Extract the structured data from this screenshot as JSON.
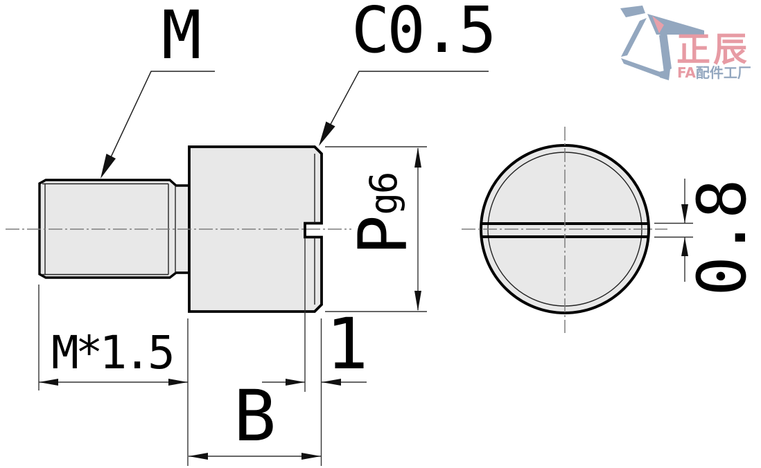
{
  "drawing": {
    "labels": {
      "thread_callout": "M",
      "chamfer_callout": "C0.5"
    },
    "dimensions": {
      "thread_length": "M*1.5",
      "body_length": "B",
      "slot_depth": "1",
      "diameter_symbol": "P",
      "diameter_tolerance": "g6",
      "slot_width": "0.8"
    },
    "logo": {
      "brand_cn": "正辰",
      "sub_prefix": "FA",
      "sub_suffix": "配件工厂"
    },
    "colors": {
      "part_fill": "#e8e8e8",
      "outline": "#000000",
      "thin_line": "#222222",
      "centerline": "#7d7d7d",
      "dimension_line": "#333333",
      "logo_blue": "#93a7bf",
      "logo_pink": "#e79ba4"
    }
  }
}
